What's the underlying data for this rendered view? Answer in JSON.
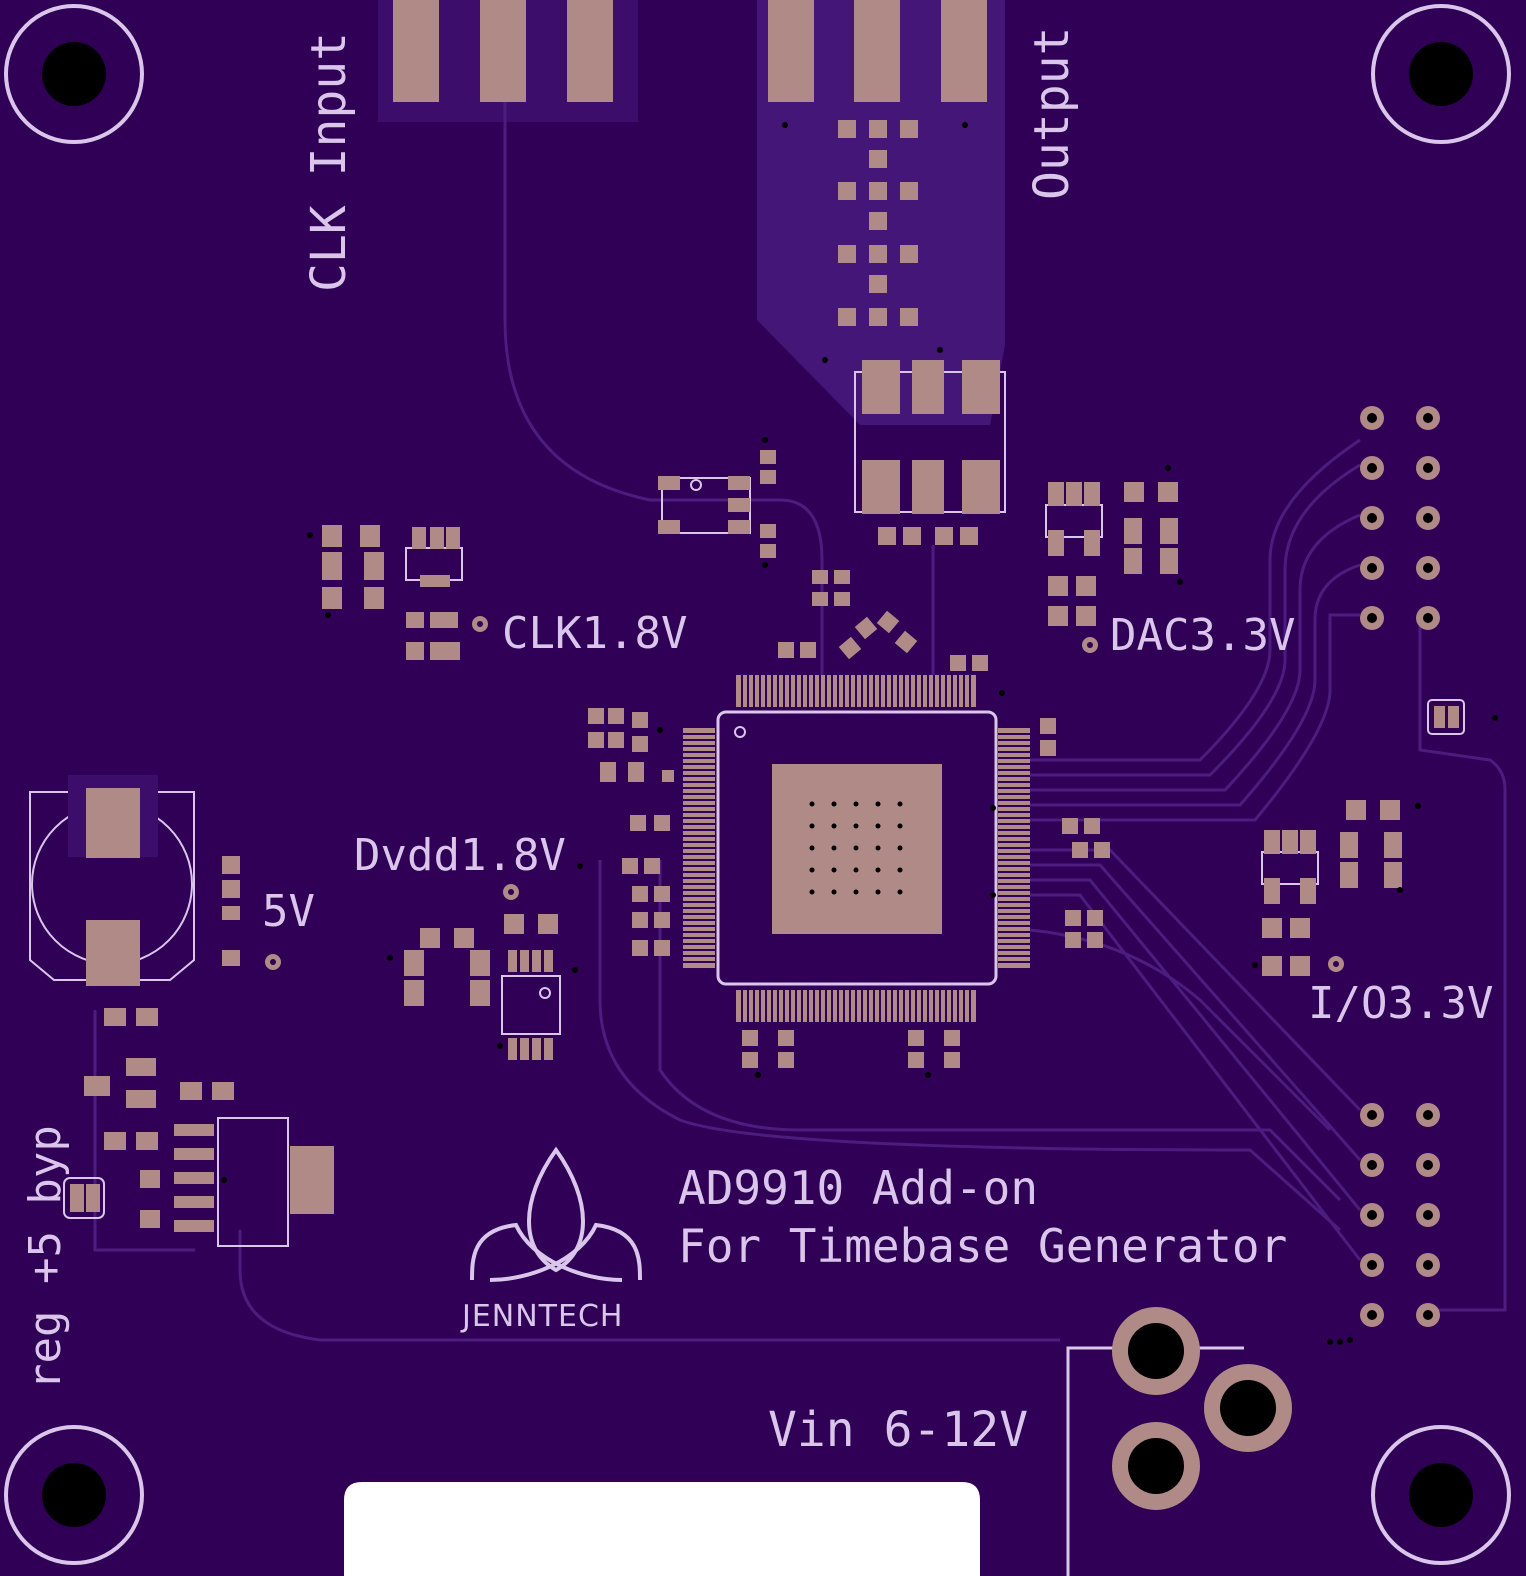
{
  "board": {
    "colors": {
      "substrate": "#2f0055",
      "substrate_dark": "#280049",
      "copper_pour": "#431677",
      "trace": "#5a2e8e",
      "pad": "#b08a86",
      "silkscreen": "#d9c6ea",
      "hole": "#000000",
      "cutout": "#ffffff"
    },
    "labels": {
      "clk_input": "CLK Input",
      "output": "Output",
      "clk_rail": "CLK1.8V",
      "dac_rail": "DAC3.3V",
      "dvdd_rail": "Dvdd1.8V",
      "five_volt": "5V",
      "io_rail": "I/O3.3V",
      "reg_bypass": "reg +5 byp",
      "title_line1": "AD9910 Add-on",
      "title_line2": "For Timebase Generator",
      "logo_text": "JENNTECH",
      "vin": "Vin 6-12V"
    },
    "chip_part": "AD9910",
    "icons": [
      "mounting-hole-icon",
      "trinity-knot-logo-icon",
      "barrel-jack-icon"
    ]
  }
}
